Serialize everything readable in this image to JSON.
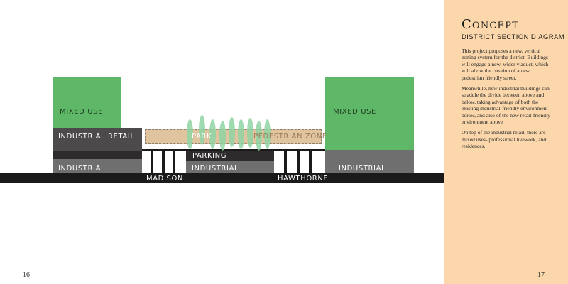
{
  "colors": {
    "mixed_use": "#5fb868",
    "industrial_retail": "#4c4a4a",
    "industrial": "#706f6f",
    "parking": "#2d2b2b",
    "ground": "#1b1a1a",
    "park": "#e0c49f",
    "tree": "#8fd4a3",
    "panel": "#fbd7ab"
  },
  "diagram": {
    "labels": {
      "mixed_use_left": "MIXED USE",
      "mixed_use_right": "MIXED USE",
      "industrial_retail": "INDUSTRIAL RETAIL",
      "park": "PARK",
      "pedestrian_zone": "PEDESTRIAN ZONE",
      "parking": "PARKING",
      "industrial_left": "INDUSTRIAL",
      "industrial_center": "INDUSTRIAL",
      "industrial_right": "INDUSTRIAL",
      "madison": "MADISON",
      "hawthorne": "HAWTHORNE"
    }
  },
  "panel": {
    "title": "Concept",
    "subtitle": "DISTRICT SECTION DIAGRAM",
    "paragraphs": [
      "This project proposes a new, vertical zoning system for the district.  Buildings will engage a new, wider viaduct, which will allow the creation of a new pedestrian friendly street.",
      "Meanwhile, new industrial buildings can straddle the divide between above and below, taking advantage of both the existing industrial-friendly environment below, and also of the new retail-friendly environment above",
      "On top of the industrial retail, there are mixed uses- professional livework, and residences."
    ]
  },
  "pages": {
    "left": "16",
    "right": "17"
  }
}
